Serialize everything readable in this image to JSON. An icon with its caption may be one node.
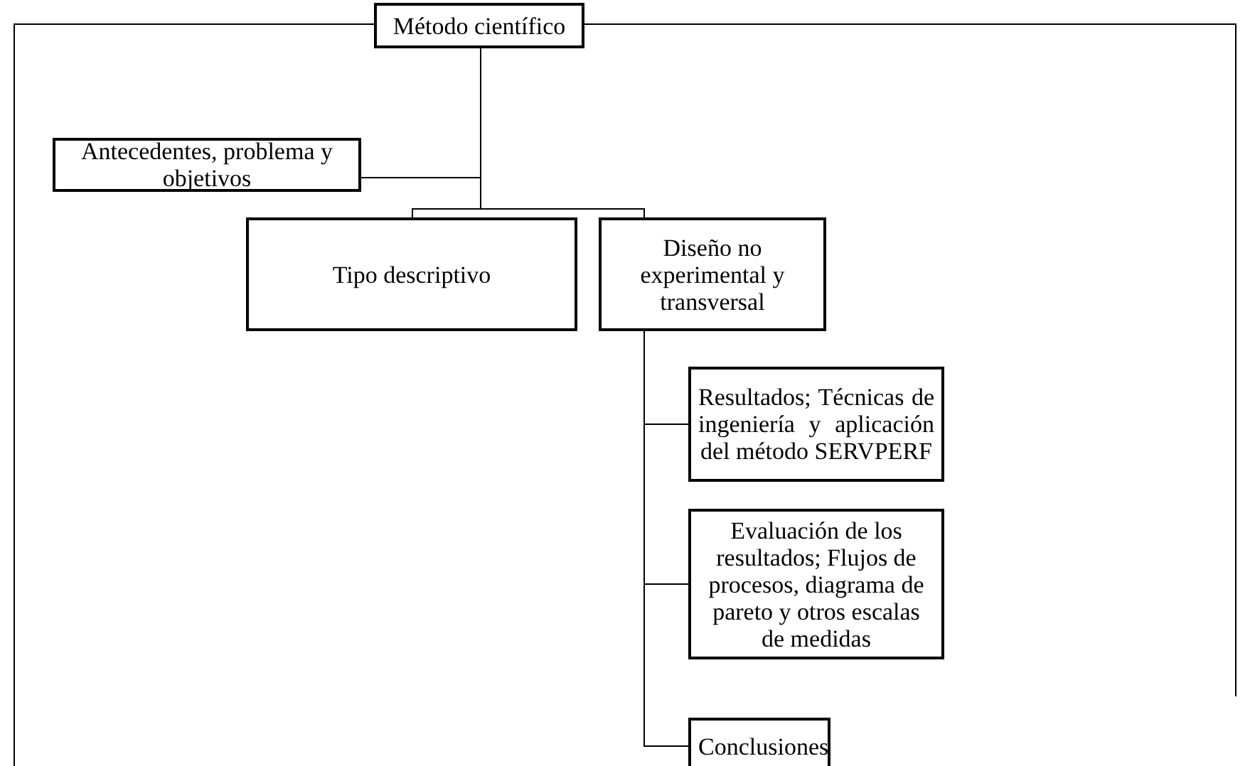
{
  "diagram": {
    "nodes": [
      {
        "text": [
          "Método científico"
        ]
      },
      {
        "text": [
          "Antecedentes, problema y objetivos"
        ]
      },
      {
        "text": [
          "Tipo descriptivo"
        ]
      },
      {
        "text": [
          "Diseño no experimental y transversal"
        ]
      },
      {
        "text": [
          "Resultados; Técnicas de ingeniería y aplicación del método SERVPERF"
        ]
      },
      {
        "text": [
          "Evaluación de los resultados; Flujos de procesos, diagrama de pareto y otros escalas de medidas"
        ]
      },
      {
        "text": [
          "Conclusiones"
        ]
      }
    ],
    "edges": [
      {
        "from": 0,
        "to": 1,
        "arrow": "none"
      },
      {
        "from": 0,
        "to": 2,
        "arrow": "none"
      },
      {
        "from": 0,
        "to": 3,
        "arrow": "none"
      },
      {
        "from": 3,
        "to": 4,
        "arrow": "none"
      },
      {
        "from": 3,
        "to": 5,
        "arrow": "none"
      },
      {
        "from": 3,
        "to": 6,
        "arrow": "none"
      }
    ]
  }
}
